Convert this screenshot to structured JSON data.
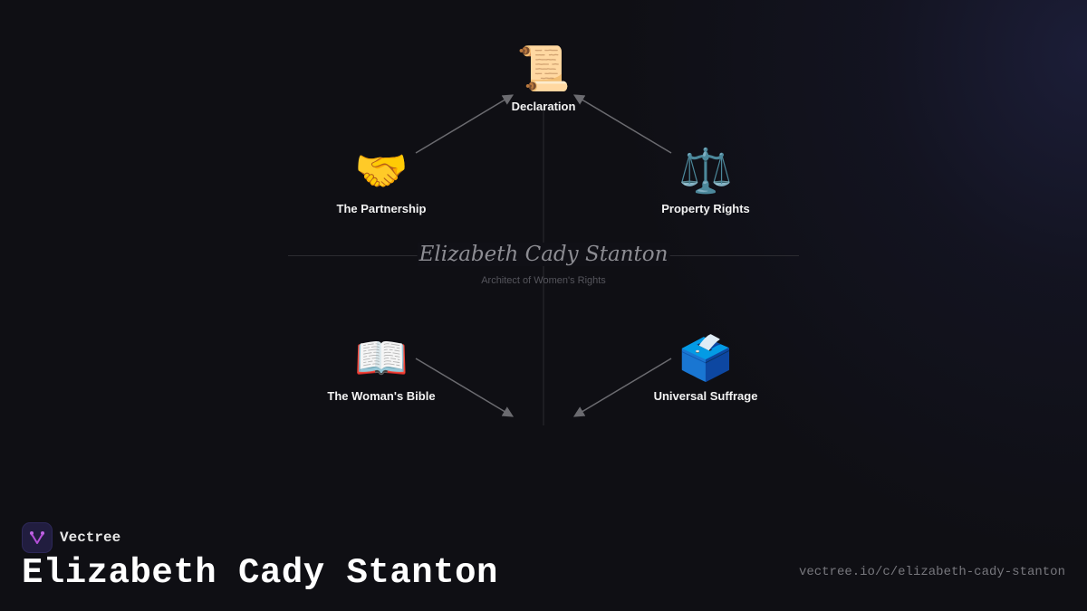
{
  "center": {
    "title": "Elizabeth Cady Stanton",
    "subtitle": "Architect of Women's Rights"
  },
  "nodes": [
    {
      "id": "declaration",
      "label": "Declaration",
      "icon": "scroll-icon",
      "glyph": "📜"
    },
    {
      "id": "partnership",
      "label": "The Partnership",
      "icon": "handshake-icon",
      "glyph": "🤝"
    },
    {
      "id": "property-rights",
      "label": "Property Rights",
      "icon": "balance-scale-icon",
      "glyph": "⚖️"
    },
    {
      "id": "womans-bible",
      "label": "The Woman's Bible",
      "icon": "open-book-icon",
      "glyph": "📖"
    },
    {
      "id": "universal-suffrage",
      "label": "Universal Suffrage",
      "icon": "ballot-box-icon",
      "glyph": "🗳️"
    }
  ],
  "edges": [
    {
      "from": "partnership",
      "to": "declaration"
    },
    {
      "from": "property-rights",
      "to": "declaration"
    },
    {
      "from": "womans-bible",
      "to": "center-bottom"
    },
    {
      "from": "universal-suffrage",
      "to": "center-bottom"
    }
  ],
  "footer": {
    "brand_name": "Vectree",
    "title": "Elizabeth Cady Stanton",
    "url": "vectree.io/c/elizabeth-cady-stanton"
  },
  "colors": {
    "background": "#0f0f14",
    "edge": "#6b6b70",
    "axis_line": "#2a2a30",
    "brand_accent": "#b44fd8"
  }
}
